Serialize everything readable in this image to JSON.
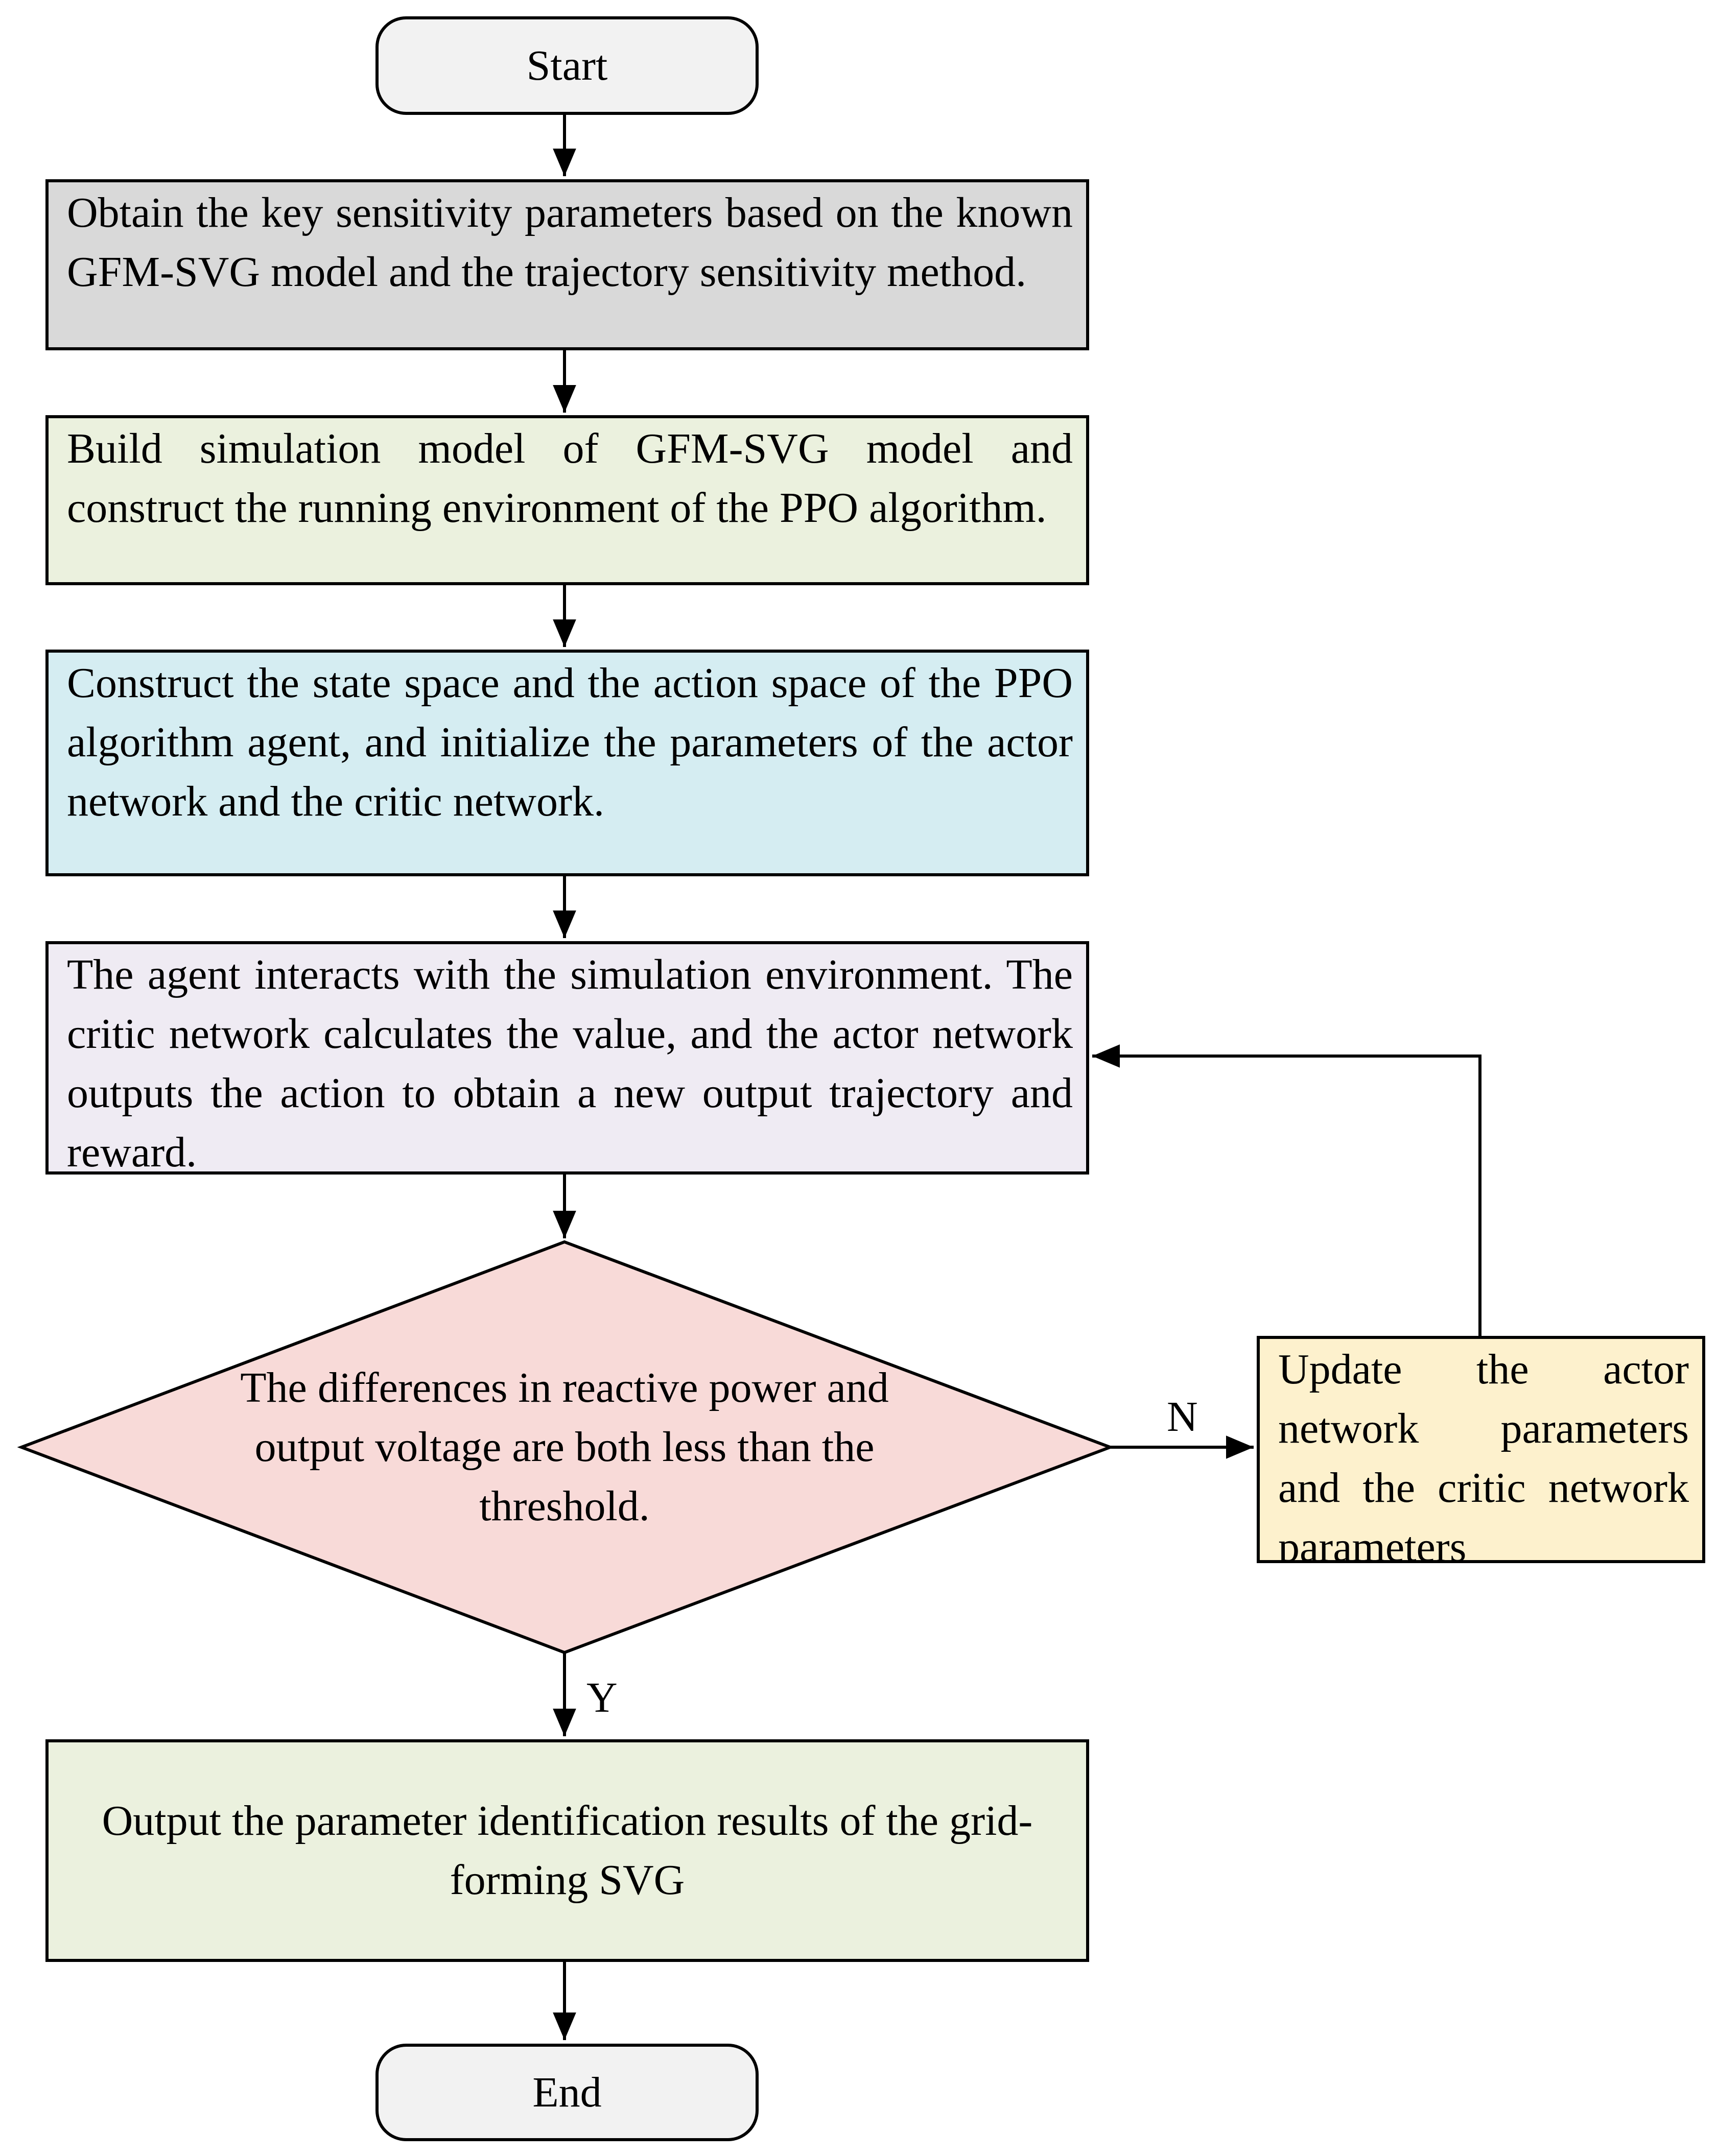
{
  "nodes": {
    "start": "Start",
    "step1": "Obtain the key sensitivity parameters based on the known GFM-SVG model and the trajectory sensitivity method.",
    "step2": "Build simulation model of GFM-SVG model and construct the running environment of the PPO algorithm.",
    "step3": "Construct the state space and the action space of the PPO algorithm agent, and initialize the parameters of the actor network and the critic network.",
    "step4": "The agent interacts with the simulation environment. The critic network calculates the value, and the actor network outputs the action to obtain a new output trajectory and reward.",
    "decision": "The differences in reactive power and output voltage are both less than the threshold.",
    "update": "Update the actor network parameters and the critic network parameters",
    "output": "Output the parameter identification results of the grid-forming SVG",
    "end": "End"
  },
  "edges": {
    "no_label": "N",
    "yes_label": "Y"
  },
  "colors": {
    "terminal_fill": "#f2f2f2",
    "step1_fill": "#d9d9d9",
    "step2_fill": "#ebf1de",
    "step3_fill": "#d5edf2",
    "step4_fill": "#efebf3",
    "decision_fill": "#f8dad8",
    "update_fill": "#fdf1cd",
    "output_fill": "#ebf1de",
    "line": "#000000"
  }
}
